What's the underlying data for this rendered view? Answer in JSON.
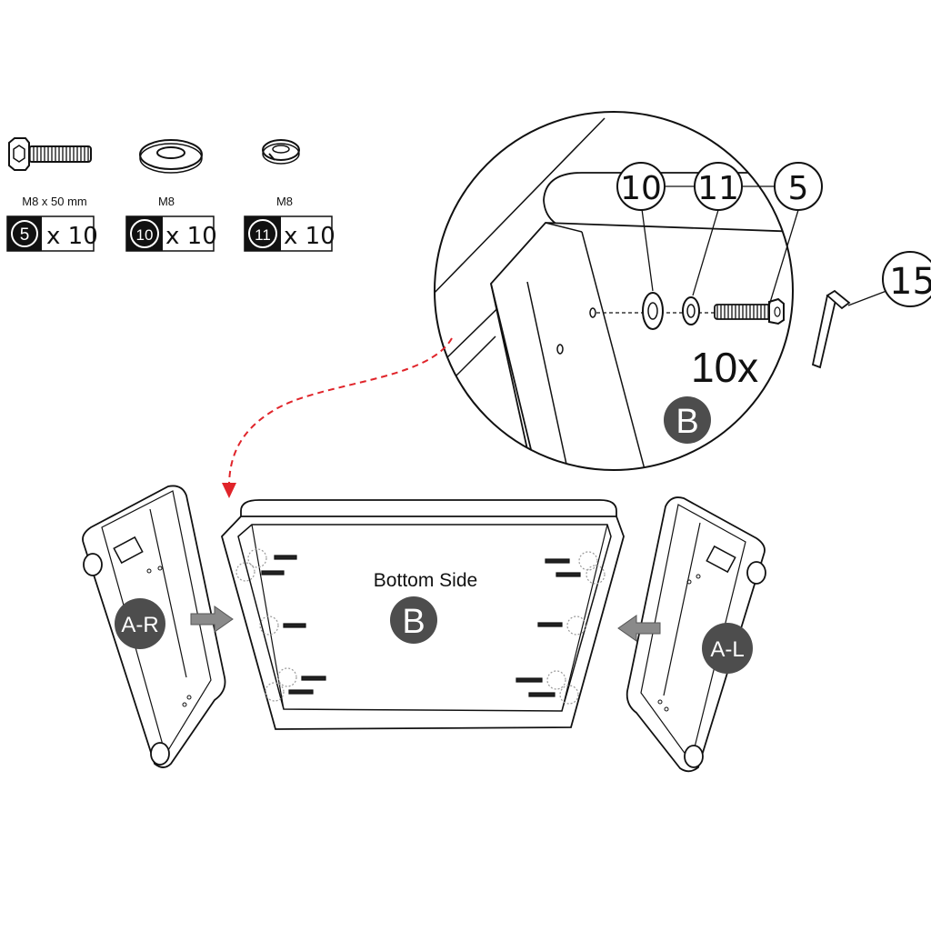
{
  "parts": [
    {
      "caption": "M8 x 50 mm",
      "number": "5",
      "quantity": "x 10",
      "icon": "bolt-icon"
    },
    {
      "caption": "M8",
      "number": "10",
      "quantity": "x 10",
      "icon": "flat-washer-icon"
    },
    {
      "caption": "M8",
      "number": "11",
      "quantity": "x 10",
      "icon": "spring-washer-icon"
    }
  ],
  "detail": {
    "callouts": [
      "10",
      "11",
      "5"
    ],
    "count": "10x",
    "panel_letter": "B",
    "tool_number": "15"
  },
  "assembly": {
    "bottom_caption": "Bottom Side",
    "bottom_letter": "B",
    "left_panel": "A-R",
    "right_panel": "A-L"
  },
  "colors": {
    "line": "#1a1a1a",
    "badge": "#4d4d4d",
    "arrow": "#8a8a8a",
    "dashed_arrow": "#e0242a"
  }
}
